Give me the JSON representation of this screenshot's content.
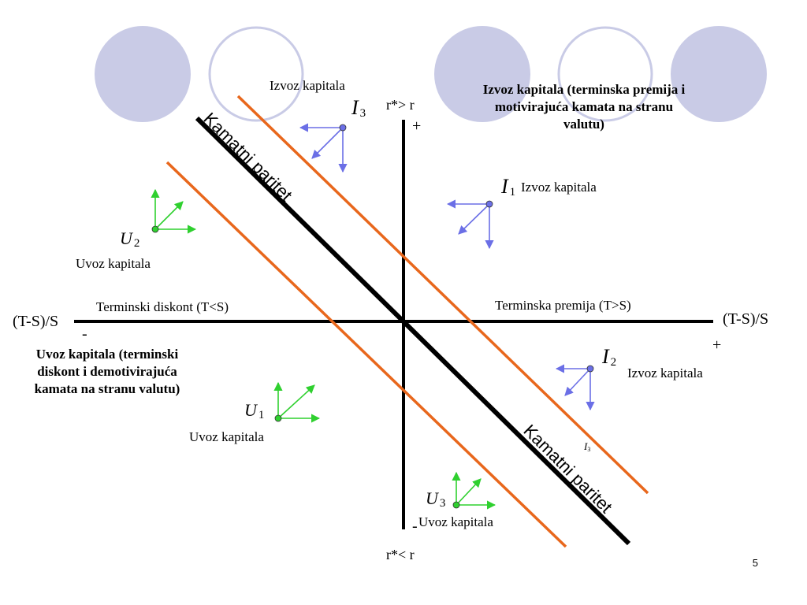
{
  "colors": {
    "circle_fill": "#c9cbe6",
    "circle_outline": "#c9cbe6",
    "axis": "#000000",
    "parity_line": "#000000",
    "orange_line": "#e8671c",
    "export_arrow": "#6b6fe6",
    "import_arrow": "#2fd02f"
  },
  "axes": {
    "top": "r*> r",
    "bottom": "r*< r",
    "left": "(T-S)/S",
    "right": "(T-S)/S",
    "top_sign": "+",
    "bottom_sign": "-",
    "left_sign": "-",
    "right_sign": "+"
  },
  "labels": {
    "forward_discount": "Terminski diskont (T<S)",
    "forward_premium": "Terminska premija (T>S)",
    "parity_upper": "Kamatni paritet",
    "parity_lower": "Kamatni paritet",
    "export_box": "Izvoz kapitala (terminska premija i motivirajuća kamata na stranu valutu)",
    "import_box": "Uvoz kapitala (terminski diskont i demotivirajuća kamata na stranu valutu)"
  },
  "points": {
    "I1": {
      "letter": "I",
      "sub": "1",
      "caption": "Izvoz kapitala"
    },
    "I2": {
      "letter": "I",
      "sub": "2",
      "caption": "Izvoz kapitala"
    },
    "I3": {
      "letter": "I",
      "sub": "3",
      "caption": "Izvoz kapitala"
    },
    "I3_small": {
      "letter": "I",
      "sub": "3"
    },
    "U1": {
      "letter": "U",
      "sub": "1",
      "caption": "Uvoz kapitala"
    },
    "U2": {
      "letter": "U",
      "sub": "2",
      "caption": "Uvoz kapitala"
    },
    "U3": {
      "letter": "U",
      "sub": "3",
      "caption": "Uvoz kapitala"
    }
  },
  "page_number": "5"
}
